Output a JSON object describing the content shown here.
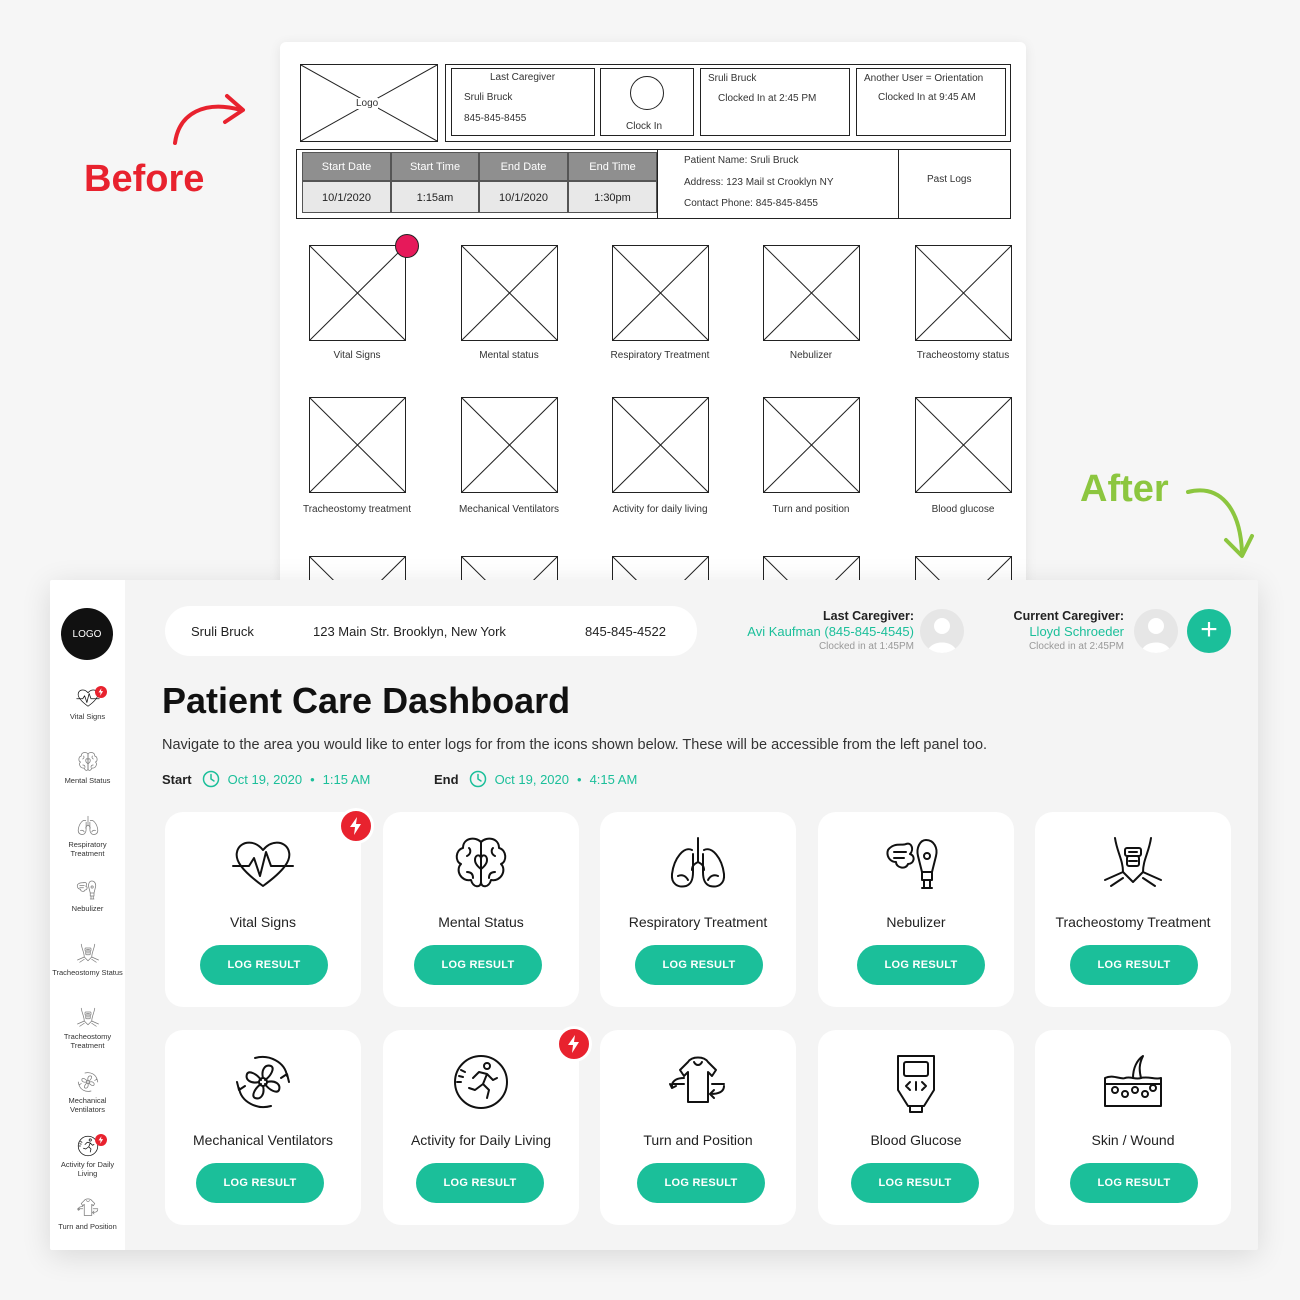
{
  "labels": {
    "before": "Before",
    "after": "After"
  },
  "colors": {
    "accent": "#1bbf9a",
    "alert": "#e8222e",
    "before": "#e8222e",
    "after": "#8cc63f"
  },
  "wireframe": {
    "logo": "Logo",
    "last_caregiver": {
      "title": "Last Caregiver",
      "name": "Sruli Bruck",
      "phone": "845-845-8455"
    },
    "clock_in": "Clock In",
    "current": {
      "name": "Sruli Bruck",
      "clocked": "Clocked In at 2:45 PM"
    },
    "other": {
      "name": "Another User = Orientation",
      "clocked": "Clocked In at 9:45 AM"
    },
    "headers": [
      "Start Date",
      "Start Time",
      "End Date",
      "End Time"
    ],
    "values": [
      "10/1/2020",
      "1:15am",
      "10/1/2020",
      "1:30pm"
    ],
    "patient": {
      "name": "Patient Name: Sruli Bruck",
      "address": "Address: 123 Mail st Crooklyn NY",
      "phone": "Contact Phone: 845-845-8455"
    },
    "past_logs": "Past Logs",
    "tiles": [
      "Vital Signs",
      "Mental status",
      "Respiratory Treatment",
      "Nebulizer",
      "Tracheostomy status",
      "Tracheostomy treatment",
      "Mechanical Ventilators",
      "Activity for daily living",
      "Turn and position",
      "Blood glucose"
    ]
  },
  "dashboard": {
    "logo": "LOGO",
    "patient": {
      "name": "Sruli Bruck",
      "address": "123 Main Str. Brooklyn, New York",
      "phone": "845-845-4522"
    },
    "last_caregiver": {
      "title": "Last Caregiver:",
      "name": "Avi Kaufman (845-845-4545)",
      "time": "Clocked in at 1:45PM"
    },
    "current_caregiver": {
      "title": "Current Caregiver:",
      "name": "Lloyd Schroeder",
      "time": "Clocked in at 2:45PM"
    },
    "add_label": "+",
    "title": "Patient Care Dashboard",
    "subtitle": "Navigate to the area you would like to enter logs for from the icons shown below. These will be accessible from the left panel too.",
    "start": {
      "label": "Start",
      "date": "Oct 19, 2020",
      "time": "1:15 AM"
    },
    "end": {
      "label": "End",
      "date": "Oct 19, 2020",
      "time": "4:15 AM"
    },
    "button_label": "LOG RESULT",
    "cards": [
      {
        "name": "Vital Signs",
        "icon": "heart-pulse-icon",
        "alert": true
      },
      {
        "name": "Mental Status",
        "icon": "brain-icon",
        "alert": false
      },
      {
        "name": "Respiratory Treatment",
        "icon": "lungs-icon",
        "alert": false
      },
      {
        "name": "Nebulizer",
        "icon": "nebulizer-icon",
        "alert": false
      },
      {
        "name": "Tracheostomy Treatment",
        "icon": "tracheostomy-icon",
        "alert": false
      },
      {
        "name": "Mechanical Ventilators",
        "icon": "ventilator-fan-icon",
        "alert": false
      },
      {
        "name": "Activity for Daily Living",
        "icon": "running-person-icon",
        "alert": true
      },
      {
        "name": "Turn and Position",
        "icon": "turn-body-icon",
        "alert": false
      },
      {
        "name": "Blood Glucose",
        "icon": "glucose-meter-icon",
        "alert": false
      },
      {
        "name": "Skin / Wound",
        "icon": "skin-wound-icon",
        "alert": false
      }
    ],
    "sidebar": [
      {
        "label": "Vital Signs",
        "alert": true
      },
      {
        "label": "Mental Status",
        "alert": false
      },
      {
        "label": "Respiratory Treatment",
        "alert": false
      },
      {
        "label": "Nebulizer",
        "alert": false
      },
      {
        "label": "Tracheostomy Status",
        "alert": false
      },
      {
        "label": "Tracheostomy Treatment",
        "alert": false
      },
      {
        "label": "Mechanical Ventilators",
        "alert": false
      },
      {
        "label": "Activity for Daily Living",
        "alert": true
      },
      {
        "label": "Turn and Position",
        "alert": false
      }
    ]
  }
}
